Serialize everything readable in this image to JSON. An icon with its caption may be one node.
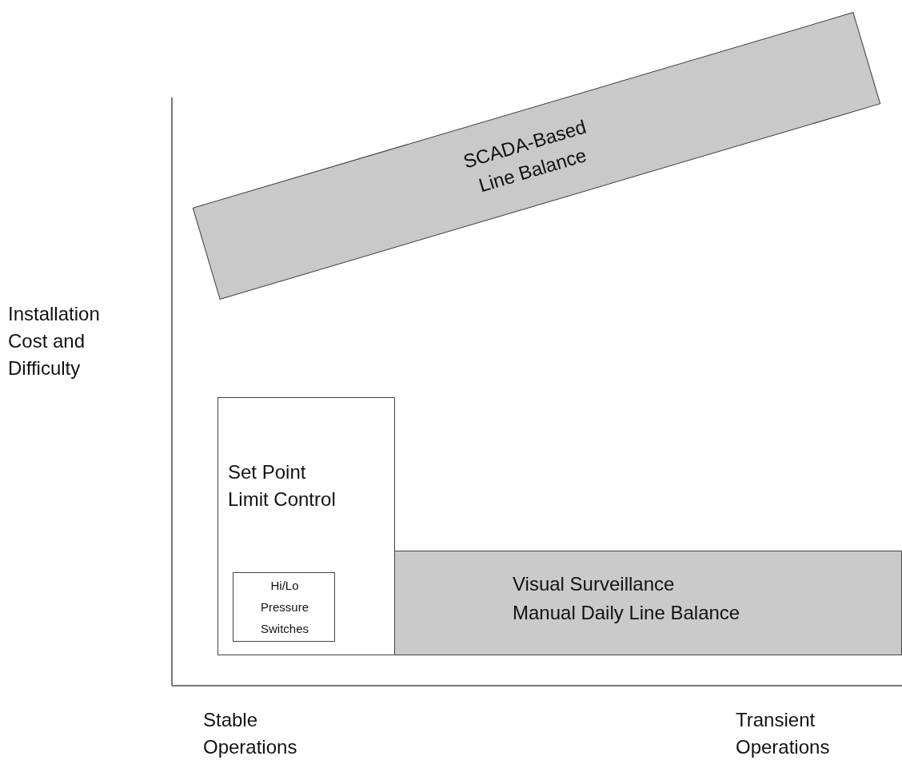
{
  "diagram": {
    "nodes": [
      {
        "text": [
          "SCADA-Based Line Balance"
        ]
      },
      {
        "text": [
          "Visual Surveillance",
          "Manual Daily Line Balance"
        ]
      },
      {
        "text": [
          "Set Point Limit Control"
        ]
      },
      {
        "text": [
          "Hi/Lo Pressure Switches"
        ],
        "in": 2
      }
    ],
    "edges": [],
    "labels": [
      "Installation Cost and Difficulty",
      "Stable Operations",
      "Transient Operations"
    ]
  }
}
